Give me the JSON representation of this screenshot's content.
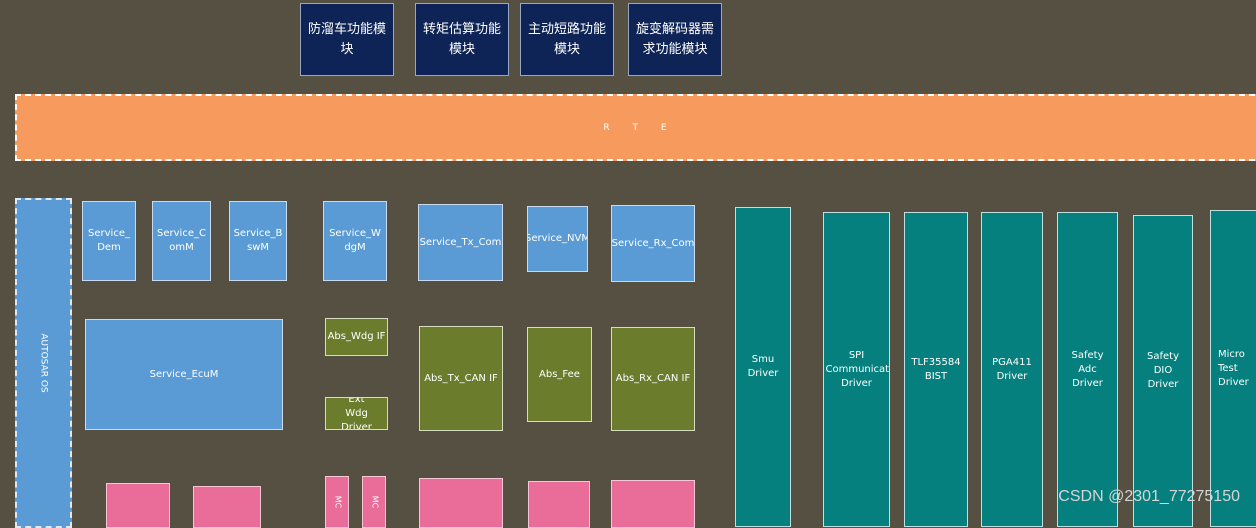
{
  "app_modules": [
    "防溜车功能模块",
    "转矩估算功能模块",
    "主动短路功能模块",
    "旋变解码器需求功能模块"
  ],
  "rte_label": "R T E",
  "os_label": "AUTOSAR OS",
  "services": [
    "Service_Dem",
    "Service_ComM",
    "Service_BswM",
    "Service_WdgM",
    "Service_Tx_Com",
    "Service_NVM",
    "Service_Rx_Com",
    "Service_EcuM"
  ],
  "abs_blocks": [
    "Abs_Wdg IF",
    "Ext Wdg Driver",
    "Abs_Tx_CAN IF",
    "Abs_Fee",
    "Abs_Rx_CAN IF"
  ],
  "drivers": [
    "Smu Driver",
    "SPI Communication Driver",
    "TLF35584 BIST",
    "PGA411 Driver",
    "Safety Adc Driver",
    "Safety DIO Driver",
    "Micro Test Driver"
  ],
  "mc_labels": [
    "MC",
    "MC"
  ],
  "watermark": "CSDN @2301_77275150",
  "colors": {
    "background": "#565042",
    "app_module": "#0e2456",
    "rte": "#f79a5d",
    "service": "#5b9bd5",
    "abstraction": "#6b7d2c",
    "driver": "#05807e",
    "mcal": "#e96c99"
  }
}
